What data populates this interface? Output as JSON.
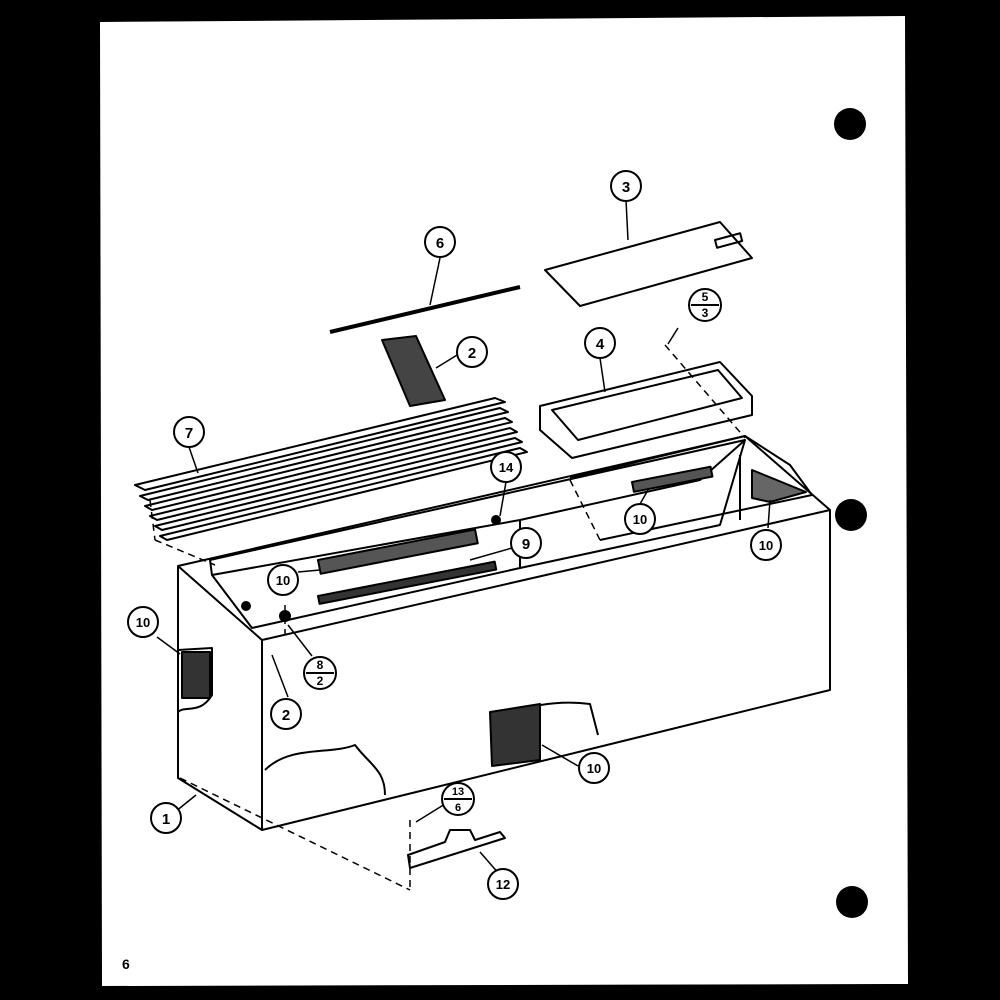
{
  "page": {
    "page_number": "6"
  },
  "callouts": [
    {
      "id": "c1",
      "label": "1"
    },
    {
      "id": "c2a",
      "label": "2"
    },
    {
      "id": "c2b",
      "label": "2"
    },
    {
      "id": "c3",
      "label": "3"
    },
    {
      "id": "c4",
      "label": "4"
    },
    {
      "id": "c6",
      "label": "6"
    },
    {
      "id": "c7",
      "label": "7"
    },
    {
      "id": "c9",
      "label": "9"
    },
    {
      "id": "c10a",
      "label": "10"
    },
    {
      "id": "c10b",
      "label": "10"
    },
    {
      "id": "c10c",
      "label": "10"
    },
    {
      "id": "c10d",
      "label": "10"
    },
    {
      "id": "c10e",
      "label": "10"
    },
    {
      "id": "c12",
      "label": "12"
    },
    {
      "id": "c14",
      "label": "14"
    }
  ],
  "fraction_callouts": [
    {
      "id": "f53",
      "top": "5",
      "bottom": "3"
    },
    {
      "id": "f82",
      "top": "8",
      "bottom": "2"
    },
    {
      "id": "f136",
      "top": "13",
      "bottom": "6"
    }
  ]
}
